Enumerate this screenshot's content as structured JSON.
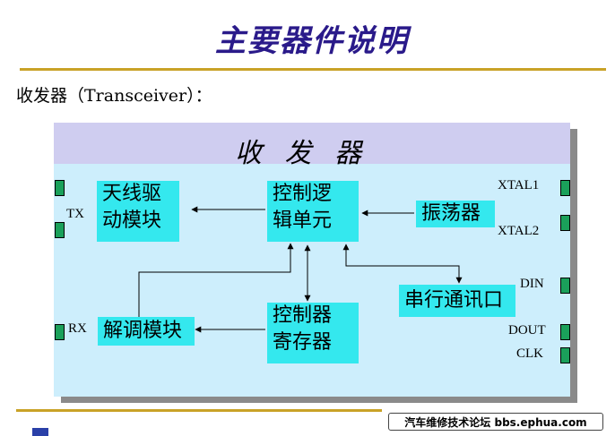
{
  "page": {
    "title": "主要器件说明",
    "subtitle": "收发器（Transceiver）："
  },
  "diagram": {
    "panel_title": "收 发 器",
    "blocks": {
      "antenna": [
        "天线驱",
        "动模块"
      ],
      "control": [
        "控制逻",
        "辑单元"
      ],
      "oscillator": [
        "振荡器"
      ],
      "serial": [
        "串行通讯口"
      ],
      "demod": [
        "解调模块"
      ],
      "register": [
        "控制器",
        "寄存器"
      ]
    },
    "pins": {
      "tx": "TX",
      "rx": "RX",
      "xtal1": "XTAL1",
      "xtal2": "XTAL2",
      "din": "DIN",
      "dout": "DOUT",
      "clk": "CLK"
    }
  },
  "footer": {
    "watermark": "汽车维修技术论坛 bbs.ephua.com"
  },
  "colors": {
    "title": "#2a1a8a",
    "rule": "#c9a227",
    "panel": "#cdeefc",
    "panel_header": "#cfcdf0",
    "block": "#34e8ee",
    "pin": "#1aa05a"
  }
}
